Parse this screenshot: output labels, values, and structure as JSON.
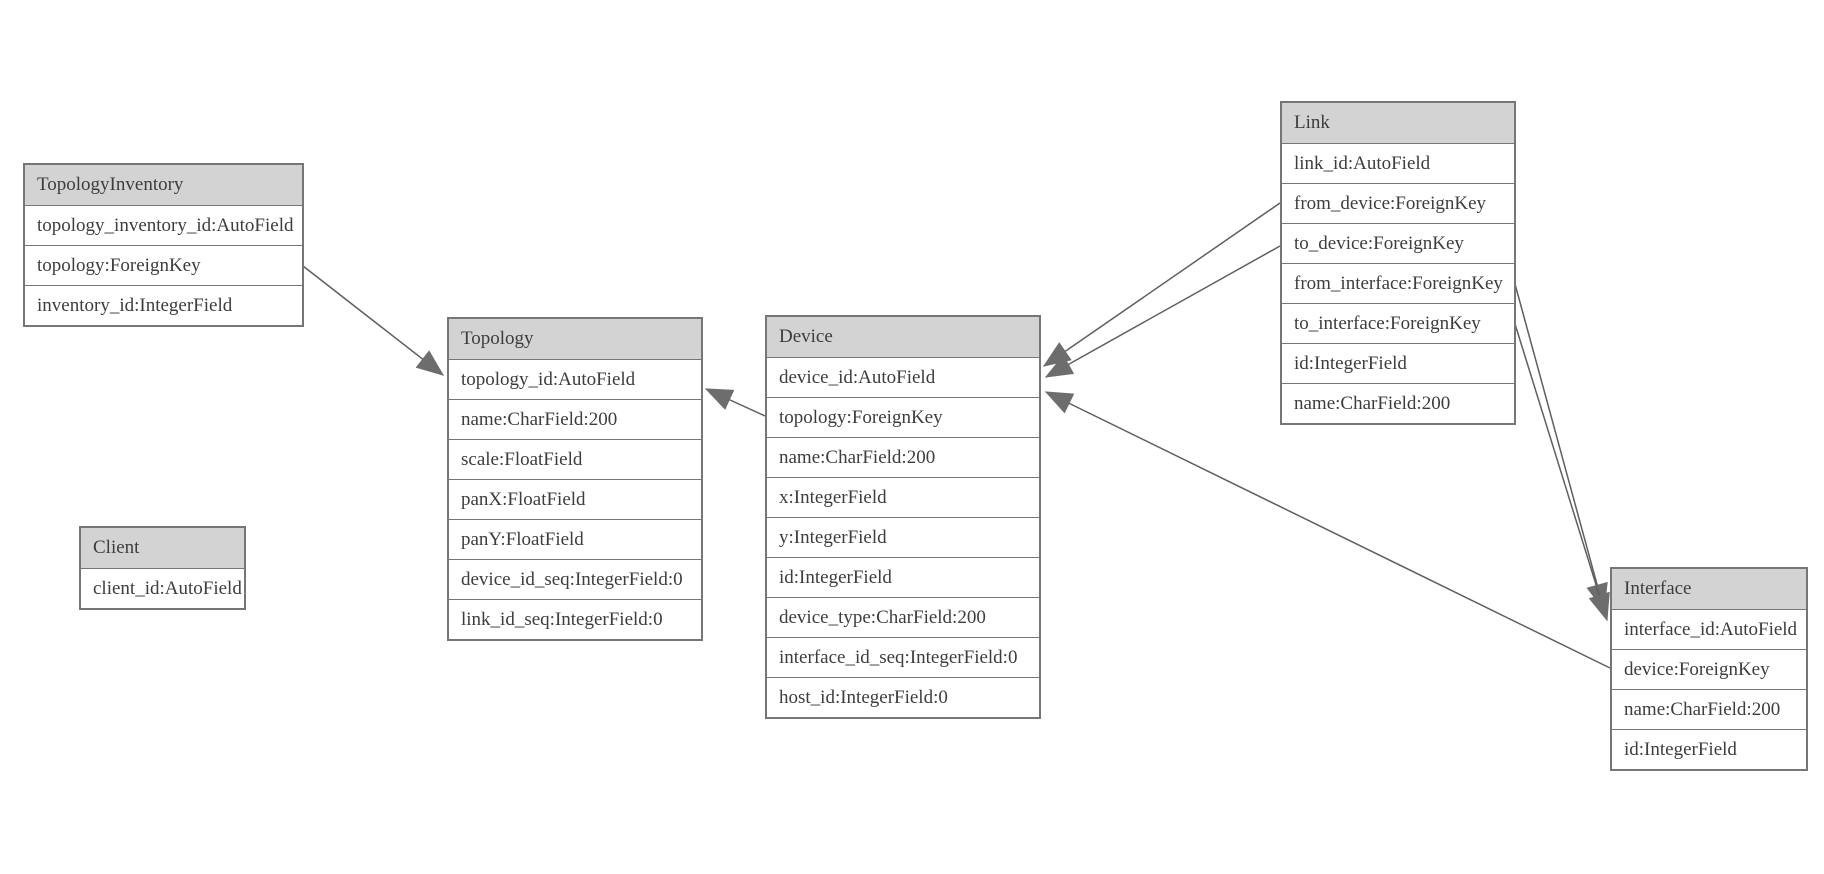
{
  "diagram": {
    "type": "database-schema-diagram",
    "background_color": "#ffffff",
    "header_fill_color": "#d3d3d3",
    "border_color": "#767676",
    "line_color": "#5f5f5f",
    "arrow_fill_color": "#6d6d6d",
    "text_color": "#3d3d3d"
  },
  "entities": [
    {
      "name": "TopologyInventory",
      "fields": [
        "topology_inventory_id:AutoField",
        "topology:ForeignKey",
        "inventory_id:IntegerField"
      ]
    },
    {
      "name": "Topology",
      "fields": [
        "topology_id:AutoField",
        "name:CharField:200",
        "scale:FloatField",
        "panX:FloatField",
        "panY:FloatField",
        "device_id_seq:IntegerField:0",
        "link_id_seq:IntegerField:0"
      ]
    },
    {
      "name": "Client",
      "fields": [
        "client_id:AutoField"
      ]
    },
    {
      "name": "Device",
      "fields": [
        "device_id:AutoField",
        "topology:ForeignKey",
        "name:CharField:200",
        "x:IntegerField",
        "y:IntegerField",
        "id:IntegerField",
        "device_type:CharField:200",
        "interface_id_seq:IntegerField:0",
        "host_id:IntegerField:0"
      ]
    },
    {
      "name": "Link",
      "fields": [
        "link_id:AutoField",
        "from_device:ForeignKey",
        "to_device:ForeignKey",
        "from_interface:ForeignKey",
        "to_interface:ForeignKey",
        "id:IntegerField",
        "name:CharField:200"
      ]
    },
    {
      "name": "Interface",
      "fields": [
        "interface_id:AutoField",
        "device:ForeignKey",
        "name:CharField:200",
        "id:IntegerField"
      ]
    }
  ],
  "relationships": [
    {
      "from": "TopologyInventory.topology",
      "to": "Topology"
    },
    {
      "from": "Device.topology",
      "to": "Topology"
    },
    {
      "from": "Link.from_device",
      "to": "Device"
    },
    {
      "from": "Link.to_device",
      "to": "Device"
    },
    {
      "from": "Interface.device",
      "to": "Device"
    },
    {
      "from": "Link.from_interface",
      "to": "Interface"
    },
    {
      "from": "Link.to_interface",
      "to": "Interface"
    }
  ]
}
